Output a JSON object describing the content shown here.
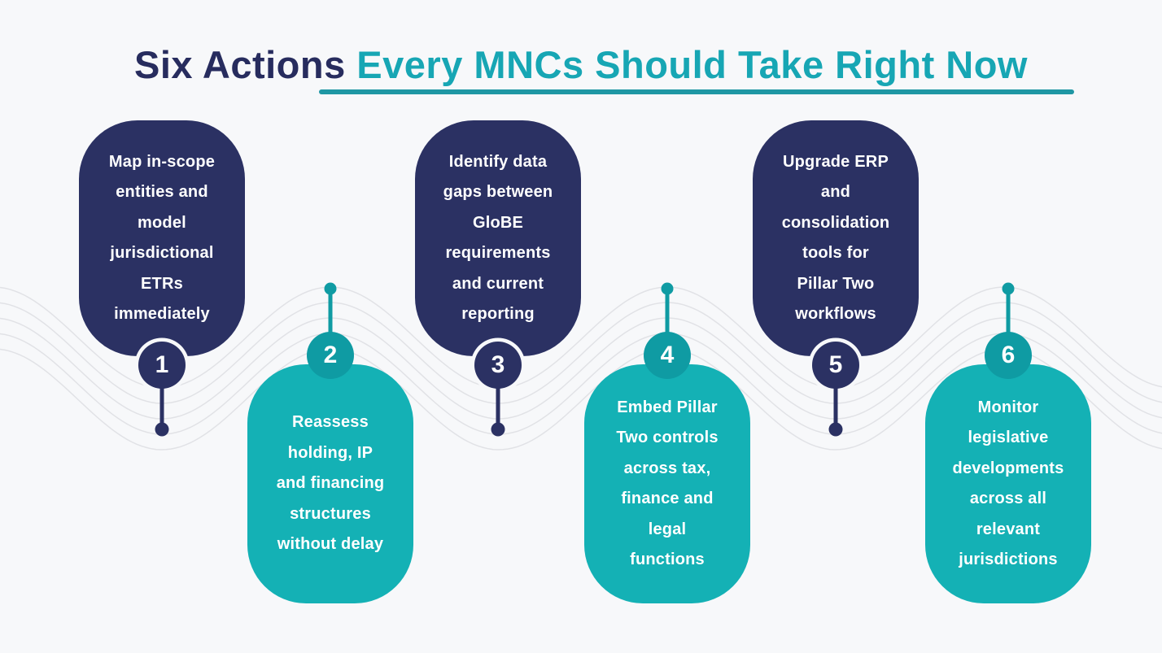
{
  "title": {
    "prefix": "Six Actions ",
    "highlight": "Every MNCs Should Take Right Now"
  },
  "cards": [
    {
      "number": "1",
      "theme": "navy",
      "text": "Map in-scope\nentities and\nmodel\njurisdictional\nETRs\nimmediately"
    },
    {
      "number": "2",
      "theme": "teal",
      "text": "Reassess\nholding, IP\nand financing\nstructures\nwithout delay"
    },
    {
      "number": "3",
      "theme": "navy",
      "text": "Identify data\ngaps between\nGloBE\nrequirements\nand current\nreporting"
    },
    {
      "number": "4",
      "theme": "teal",
      "text": "Embed Pillar\nTwo controls\nacross tax,\nfinance and\nlegal\nfunctions"
    },
    {
      "number": "5",
      "theme": "navy",
      "text": "Upgrade ERP\nand\nconsolidation\ntools for\nPillar Two\nworkflows"
    },
    {
      "number": "6",
      "theme": "teal",
      "text": "Monitor\nlegislative\ndevelopments\nacross all\nrelevant\njurisdictions"
    }
  ],
  "colors": {
    "bg": "#f7f8fa",
    "navy": "#2b3163",
    "teal": "#14b1b5",
    "teal-dark": "#0f9ba3",
    "title-navy": "#272c5e",
    "title-teal": "#17a6b4",
    "underline": "#1f97a4",
    "wave": "#e1e2e6",
    "white": "#ffffff"
  }
}
